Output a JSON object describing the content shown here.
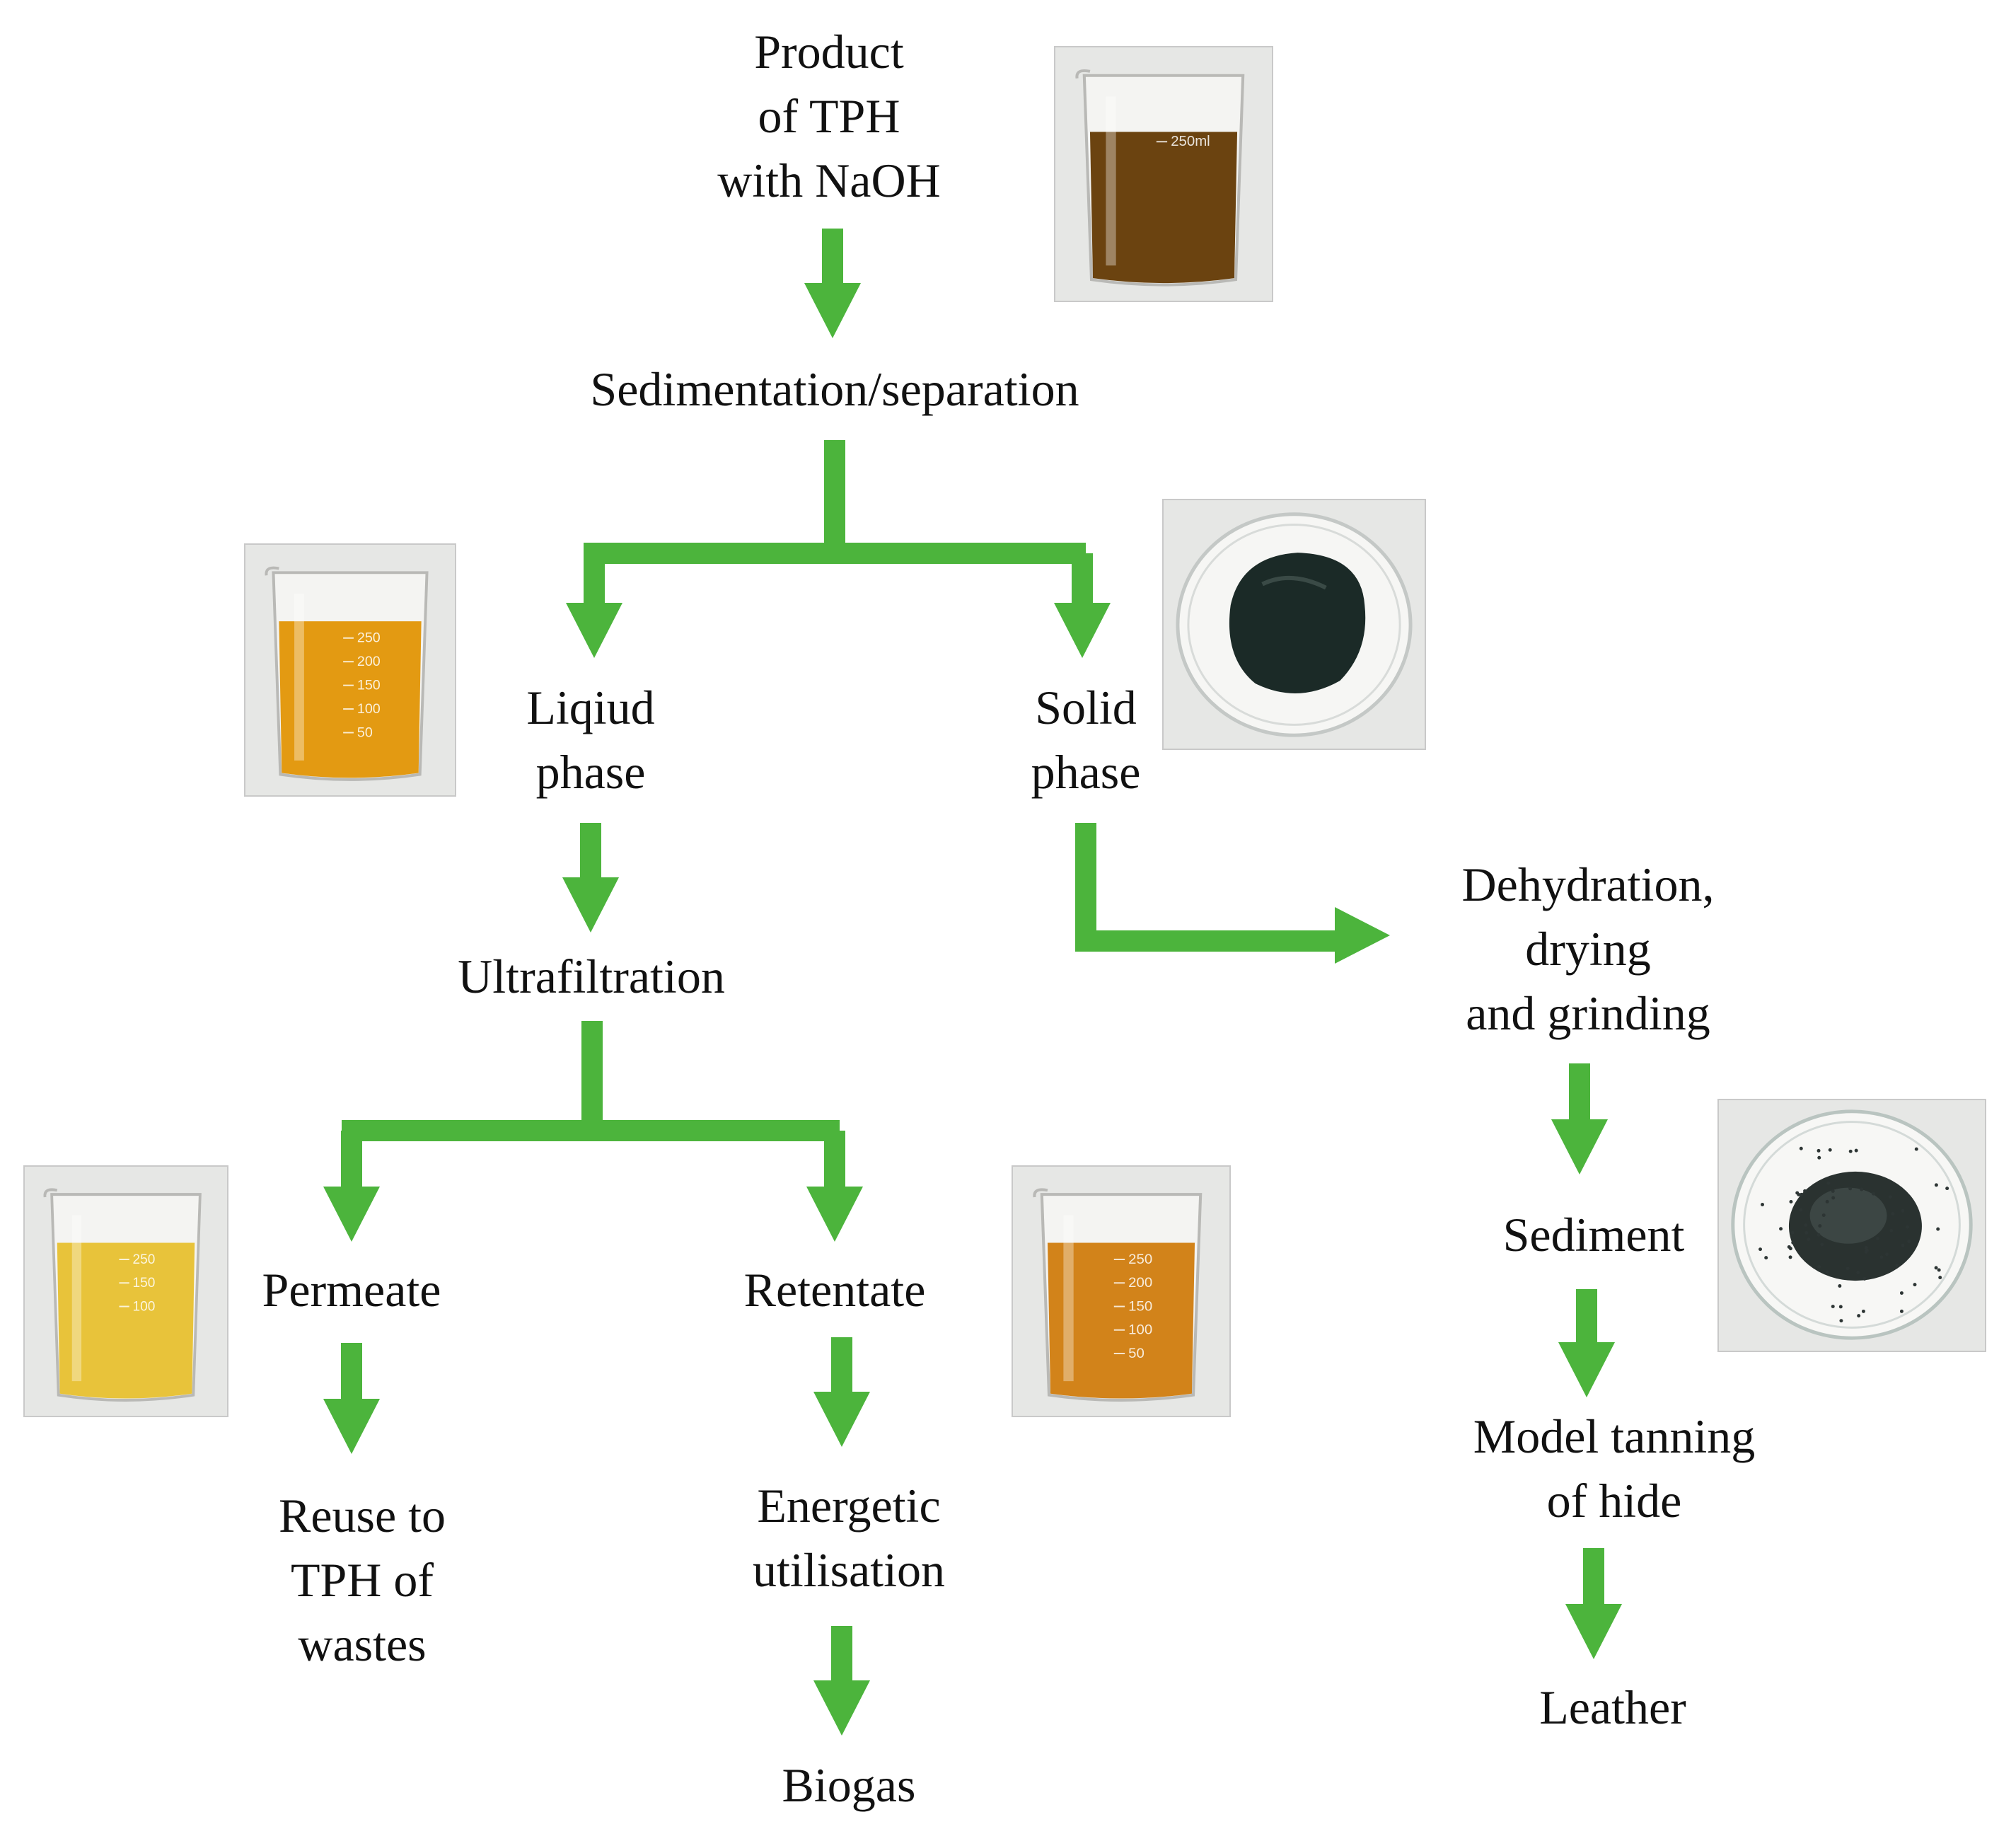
{
  "colors": {
    "arrow": "#4cb43c",
    "text": "#111111",
    "photo_background": "#e6e7e5",
    "liquid_dark_brown": "#6b4310",
    "liquid_orange": "#e39a12",
    "liquid_pale_yellow": "#e8c33a",
    "liquid_amber": "#d2831a",
    "sediment_dark": "#1b2a27"
  },
  "nodes": {
    "product": [
      "Product",
      "of TPH",
      "with NaOH"
    ],
    "sedimentation": [
      "Sedimentation/separation"
    ],
    "liquid_phase": [
      "Liqiud",
      "phase"
    ],
    "solid_phase": [
      "Solid",
      "phase"
    ],
    "ultrafiltration": [
      "Ultrafiltration"
    ],
    "dehydration": [
      "Dehydration,",
      "drying",
      "and grinding"
    ],
    "permeate": [
      "Permeate"
    ],
    "retentate": [
      "Retentate"
    ],
    "sediment": [
      "Sediment"
    ],
    "reuse": [
      "Reuse to",
      "TPH of",
      "wastes"
    ],
    "energetic": [
      "Energetic",
      "utilisation"
    ],
    "model_tanning": [
      "Model tanning",
      "of hide"
    ],
    "biogas": [
      "Biogas"
    ],
    "leather": [
      "Leather"
    ]
  },
  "photos": {
    "product_beaker": {
      "kind": "beaker",
      "liquid": "#6b4310",
      "markings": [
        "250ml"
      ]
    },
    "liquid_beaker": {
      "kind": "beaker",
      "liquid": "#e39a12",
      "markings": [
        "250",
        "200",
        "150",
        "100",
        "50"
      ]
    },
    "solid_dish": {
      "kind": "dish",
      "content": "paste"
    },
    "permeate_beaker": {
      "kind": "beaker",
      "liquid": "#e8c33a",
      "markings": [
        "250",
        "150",
        "100"
      ]
    },
    "retentate_beaker": {
      "kind": "beaker",
      "liquid": "#d2831a",
      "markings": [
        "250",
        "200",
        "150",
        "100",
        "50"
      ]
    },
    "sediment_dish": {
      "kind": "dish",
      "content": "powder"
    }
  }
}
